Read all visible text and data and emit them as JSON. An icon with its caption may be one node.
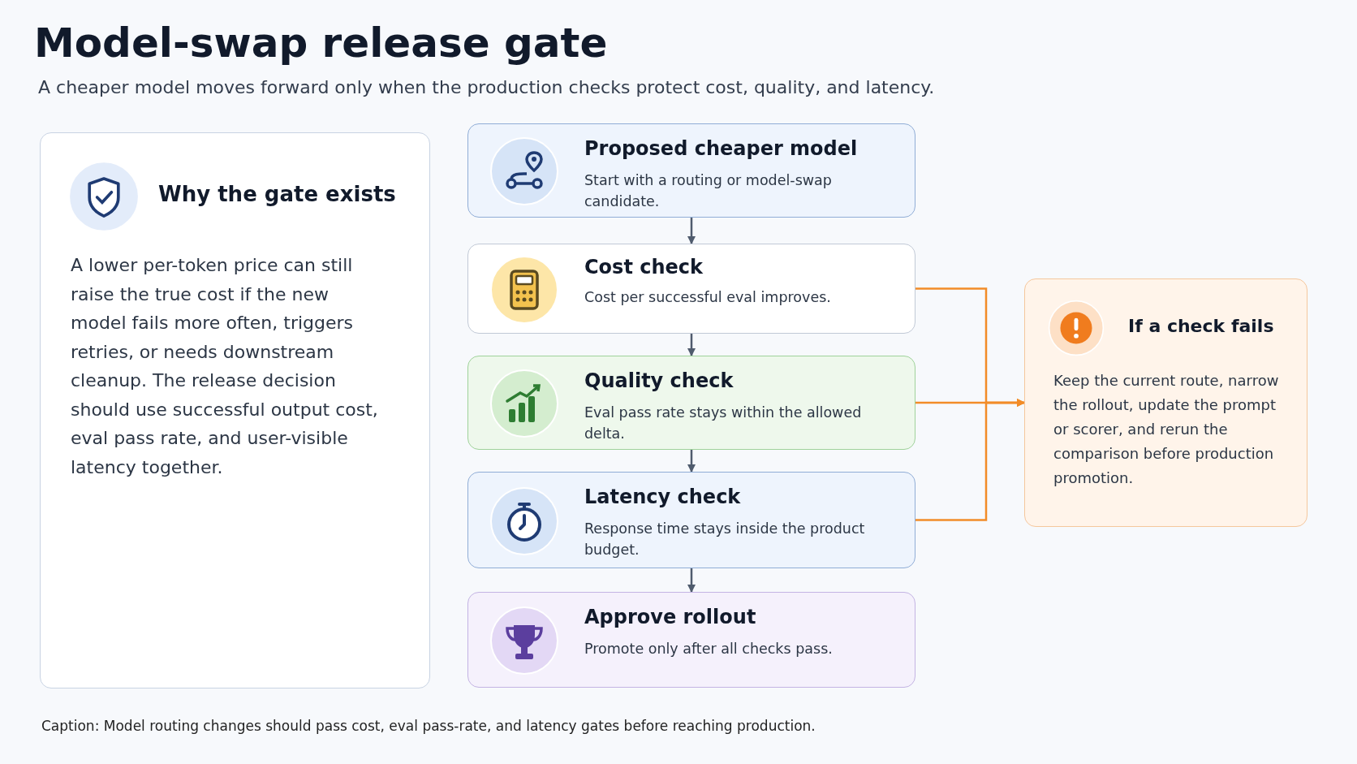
{
  "diagram": {
    "title": "Model-swap release gate",
    "nodes": [
      {
        "text": [
          "Why the gate exists",
          "A lower per-token price can still raise the true cost if the new model fails more often, triggers retries, or needs downstream cleanup. The release decision should use successful output cost, eval pass rate, and user-visible latency together."
        ]
      },
      {
        "text": [
          "Proposed cheaper model",
          "Start with a routing or model-swap candidate."
        ]
      },
      {
        "text": [
          "Cost check",
          "Cost per successful eval improves."
        ]
      },
      {
        "text": [
          "Quality check",
          "Eval pass rate stays within the allowed delta."
        ]
      },
      {
        "text": [
          "Latency check",
          "Response time stays inside the product budget."
        ]
      },
      {
        "text": [
          "Approve rollout",
          "Promote only after all checks pass."
        ]
      },
      {
        "text": [
          "If a check fails",
          "Keep the current route, narrow the rollout, update the prompt or scorer, and rerun the comparison before production promotion."
        ]
      }
    ],
    "edges": [
      {
        "from": 1,
        "to": 2,
        "arrow": "to"
      },
      {
        "from": 2,
        "to": 3,
        "arrow": "to"
      },
      {
        "from": 3,
        "to": 4,
        "arrow": "to"
      },
      {
        "from": 4,
        "to": 5,
        "arrow": "to"
      },
      {
        "from": 2,
        "to": 6,
        "arrow": "to",
        "color": "#f28c28"
      },
      {
        "from": 3,
        "to": 6,
        "arrow": "to",
        "color": "#f28c28"
      },
      {
        "from": 4,
        "to": 6,
        "arrow": "to",
        "color": "#f28c28"
      }
    ],
    "labels": [
      "A cheaper model moves forward only when the production checks protect cost, quality, and latency.",
      "Caption: Model routing changes should pass cost, eval pass-rate, and latency gates before reaching production."
    ]
  }
}
